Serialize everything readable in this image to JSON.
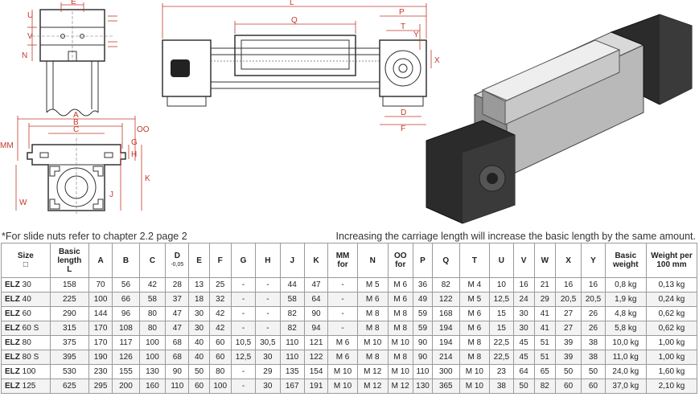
{
  "drawing_labels": {
    "top_left": [
      "E",
      "U",
      "V",
      "N"
    ],
    "cross_section": [
      "A",
      "B",
      "C",
      "MM",
      "OO",
      "G",
      "H",
      "W",
      "J",
      "K"
    ],
    "side_view": [
      "L",
      "Q",
      "P",
      "T",
      "Y",
      "X",
      "D",
      "F"
    ]
  },
  "notes": {
    "left": "*For slide nuts refer to chapter 2.2 page 2",
    "right": "Increasing the carriage length will increase the basic length by the same amount."
  },
  "table": {
    "headers": [
      {
        "l1": "Size",
        "l2": "□",
        "sub": ""
      },
      {
        "l1": "Basic length",
        "l2": "L",
        "sub": ""
      },
      {
        "l1": "A",
        "l2": "",
        "sub": ""
      },
      {
        "l1": "B",
        "l2": "",
        "sub": ""
      },
      {
        "l1": "C",
        "l2": "",
        "sub": ""
      },
      {
        "l1": "D",
        "l2": "",
        "sub": "-0,05"
      },
      {
        "l1": "E",
        "l2": "",
        "sub": ""
      },
      {
        "l1": "F",
        "l2": "",
        "sub": ""
      },
      {
        "l1": "G",
        "l2": "",
        "sub": ""
      },
      {
        "l1": "H",
        "l2": "",
        "sub": ""
      },
      {
        "l1": "J",
        "l2": "",
        "sub": ""
      },
      {
        "l1": "K",
        "l2": "",
        "sub": ""
      },
      {
        "l1": "MM",
        "l2": "for",
        "sub": ""
      },
      {
        "l1": "N",
        "l2": "",
        "sub": ""
      },
      {
        "l1": "OO",
        "l2": "for",
        "sub": ""
      },
      {
        "l1": "P",
        "l2": "",
        "sub": ""
      },
      {
        "l1": "Q",
        "l2": "",
        "sub": ""
      },
      {
        "l1": "T",
        "l2": "",
        "sub": ""
      },
      {
        "l1": "U",
        "l2": "",
        "sub": ""
      },
      {
        "l1": "V",
        "l2": "",
        "sub": ""
      },
      {
        "l1": "W",
        "l2": "",
        "sub": ""
      },
      {
        "l1": "X",
        "l2": "",
        "sub": ""
      },
      {
        "l1": "Y",
        "l2": "",
        "sub": ""
      },
      {
        "l1": "Basic weight",
        "l2": "",
        "sub": ""
      },
      {
        "l1": "Weight per 100 mm",
        "l2": "",
        "sub": ""
      }
    ],
    "rows": [
      {
        "prefix": "ELZ",
        "size": "30",
        "cells": [
          "158",
          "70",
          "56",
          "42",
          "28",
          "13",
          "25",
          "-",
          "-",
          "44",
          "47",
          "-",
          "M 5",
          "M 6",
          "36",
          "82",
          "M 4",
          "10",
          "16",
          "21",
          "16",
          "16",
          "0,8 kg",
          "0,13 kg"
        ]
      },
      {
        "prefix": "ELZ",
        "size": "40",
        "cells": [
          "225",
          "100",
          "66",
          "58",
          "37",
          "18",
          "32",
          "-",
          "-",
          "58",
          "64",
          "-",
          "M 6",
          "M 6",
          "49",
          "122",
          "M 5",
          "12,5",
          "24",
          "29",
          "20,5",
          "20,5",
          "1,9 kg",
          "0,24 kg"
        ]
      },
      {
        "prefix": "ELZ",
        "size": "60",
        "cells": [
          "290",
          "144",
          "96",
          "80",
          "47",
          "30",
          "42",
          "-",
          "-",
          "82",
          "90",
          "-",
          "M 8",
          "M 8",
          "59",
          "168",
          "M 6",
          "15",
          "30",
          "41",
          "27",
          "26",
          "4,8 kg",
          "0,62 kg"
        ]
      },
      {
        "prefix": "ELZ",
        "size": "60 S",
        "cells": [
          "315",
          "170",
          "108",
          "80",
          "47",
          "30",
          "42",
          "-",
          "-",
          "82",
          "94",
          "-",
          "M 8",
          "M 8",
          "59",
          "194",
          "M 6",
          "15",
          "30",
          "41",
          "27",
          "26",
          "5,8 kg",
          "0,62 kg"
        ]
      },
      {
        "prefix": "ELZ",
        "size": "80",
        "cells": [
          "375",
          "170",
          "117",
          "100",
          "68",
          "40",
          "60",
          "10,5",
          "30,5",
          "110",
          "121",
          "M 6",
          "M 10",
          "M 10",
          "90",
          "194",
          "M 8",
          "22,5",
          "45",
          "51",
          "39",
          "38",
          "10,0 kg",
          "1,00 kg"
        ]
      },
      {
        "prefix": "ELZ",
        "size": "80 S",
        "cells": [
          "395",
          "190",
          "126",
          "100",
          "68",
          "40",
          "60",
          "12,5",
          "30",
          "110",
          "122",
          "M 6",
          "M 8",
          "M 8",
          "90",
          "214",
          "M 8",
          "22,5",
          "45",
          "51",
          "39",
          "38",
          "11,0 kg",
          "1,00 kg"
        ]
      },
      {
        "prefix": "ELZ",
        "size": "100",
        "cells": [
          "530",
          "230",
          "155",
          "130",
          "90",
          "50",
          "80",
          "-",
          "29",
          "135",
          "154",
          "M 10",
          "M 12",
          "M 10",
          "110",
          "300",
          "M 10",
          "23",
          "64",
          "65",
          "50",
          "50",
          "24,0 kg",
          "1,60 kg"
        ]
      },
      {
        "prefix": "ELZ",
        "size": "125",
        "cells": [
          "625",
          "295",
          "200",
          "160",
          "110",
          "60",
          "100",
          "-",
          "30",
          "167",
          "191",
          "M 10",
          "M 12",
          "M 12",
          "130",
          "365",
          "M 10",
          "38",
          "50",
          "82",
          "60",
          "60",
          "37,0 kg",
          "2,10 kg"
        ]
      }
    ]
  }
}
